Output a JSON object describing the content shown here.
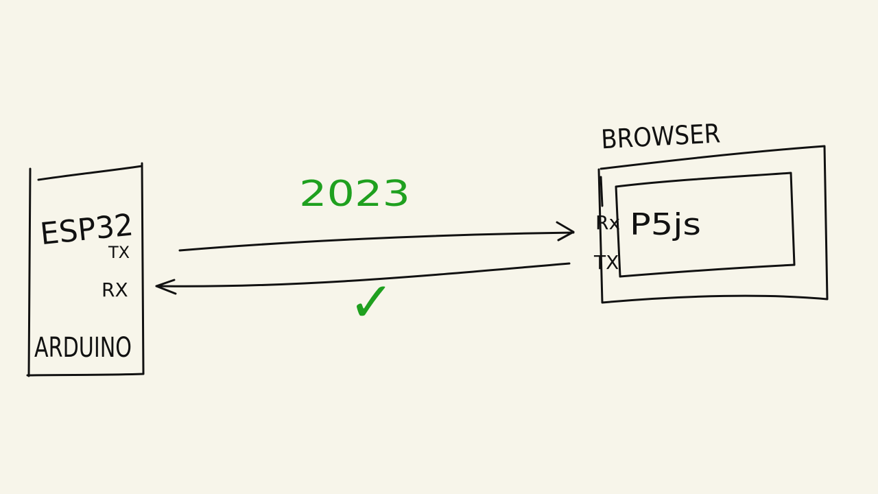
{
  "colors": {
    "background": "#f7f5ea",
    "ink": "#111111",
    "accent": "#1fa01f"
  },
  "device": {
    "title": "ESP32",
    "subtitle": "ARDUINO",
    "tx_label": "TX",
    "rx_label": "RX"
  },
  "browser": {
    "title": "BROWSER",
    "app_label": "P5js",
    "rx_label": "Rx",
    "tx_label": "TX"
  },
  "annotations": {
    "year": "2023",
    "check": "✓"
  }
}
